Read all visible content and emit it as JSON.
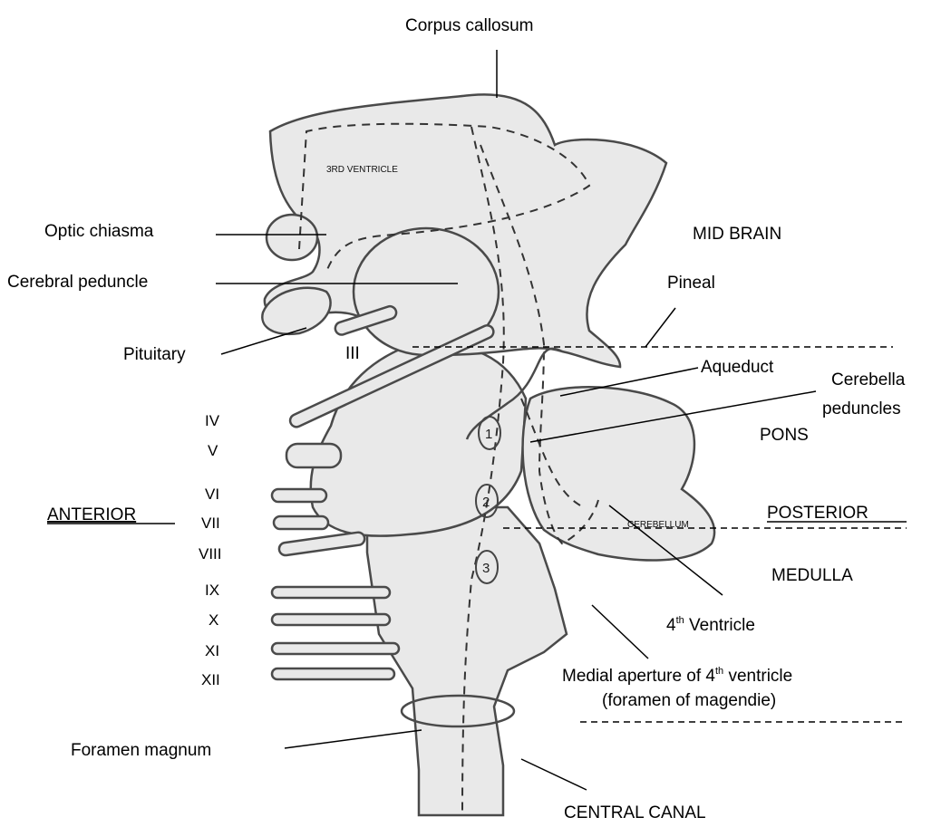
{
  "labels": {
    "corpus_callosum": "Corpus callosum",
    "optic_chiasma": "Optic chiasma",
    "cerebral_peduncle": "Cerebral peduncle",
    "pituitary": "Pituitary",
    "third_nerve": "III",
    "mid_brain": "MID BRAIN",
    "pineal": "Pineal",
    "aqueduct": "Aqueduct",
    "cerebella_peduncles_line1": "Cerebella",
    "cerebella_peduncles_line2": "peduncles",
    "pons": "PONS",
    "anterior": "ANTERIOR",
    "posterior": "POSTERIOR",
    "medulla": "MEDULLA",
    "fourth_ventricle_num": "4",
    "fourth_ventricle_sup": "th",
    "fourth_ventricle_text": " Ventricle",
    "medial_aperture_line1_a": "Medial aperture of 4",
    "medial_aperture_line1_sup": "th",
    "medial_aperture_line1_b": " ventricle",
    "medial_aperture_line2": "(foramen of magendie)",
    "foramen_magnum": "Foramen magnum",
    "central_canal": "CENTRAL CANAL"
  },
  "cranial_nerves": [
    "IV",
    "V",
    "VI",
    "VII",
    "VIII",
    "IX",
    "X",
    "XI",
    "XII"
  ],
  "inner_labels": {
    "third_ventricle": "3RD VENTRICLE",
    "cerebellum": "CEREBELLUM",
    "markers": [
      "1",
      "2",
      "3"
    ]
  },
  "colors": {
    "structure_fill": "#e9e9e9",
    "outline": "#4a4a4a",
    "line": "#000000"
  }
}
